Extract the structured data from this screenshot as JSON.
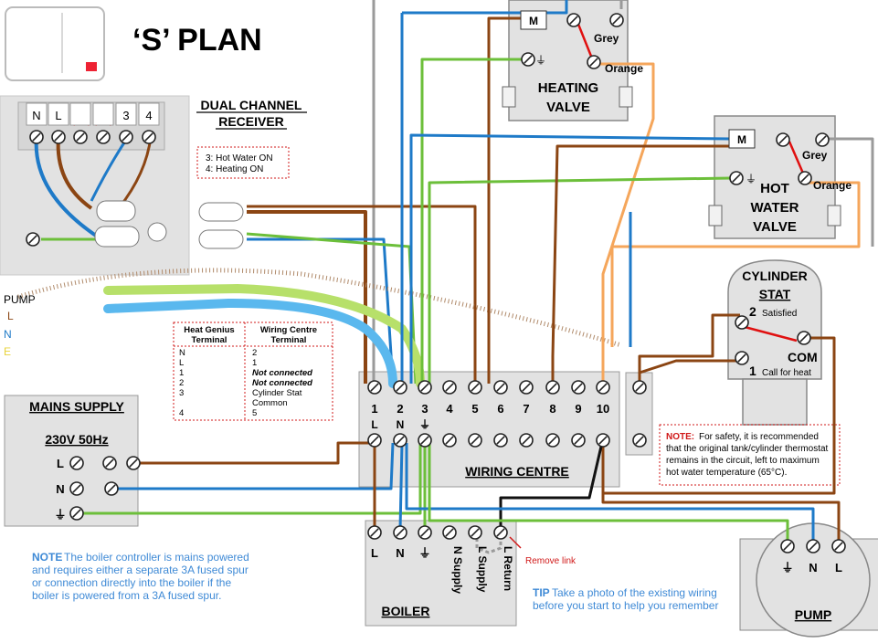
{
  "title": "‘S’ PLAN",
  "receiver": {
    "title_line1": "DUAL CHANNEL",
    "title_line2": "RECEIVER",
    "terminals": [
      "N",
      "L",
      "",
      "",
      "3",
      "4"
    ],
    "note_line1": "3: Hot Water ON",
    "note_line2": "4: Heating ON"
  },
  "pump_legend": {
    "title": "PUMP",
    "l": "L",
    "n": "N",
    "e": "E"
  },
  "mapping_table": {
    "headers": [
      [
        "Heat Genius",
        "Terminal"
      ],
      [
        "Wiring Centre",
        "Terminal"
      ]
    ],
    "rows": [
      [
        "N",
        "2"
      ],
      [
        "L",
        "1"
      ],
      [
        "1",
        "Not connected"
      ],
      [
        "2",
        "Not connected"
      ],
      [
        "3",
        "Cylinder Stat"
      ],
      [
        "",
        "Common"
      ],
      [
        "4",
        "5"
      ]
    ]
  },
  "mains": {
    "title": "MAINS SUPPLY",
    "voltage": "230V 50Hz",
    "terminals": [
      "L",
      "N",
      "⏚"
    ]
  },
  "wiring_centre": {
    "title": "WIRING CENTRE",
    "numbers": [
      "1",
      "2",
      "3",
      "4",
      "5",
      "6",
      "7",
      "8",
      "9",
      "10"
    ],
    "lower_labels": [
      "L",
      "N",
      "⏚"
    ]
  },
  "heating_valve": {
    "label_line1": "HEATING",
    "label_line2": "VALVE",
    "motor": "M",
    "earth": "⏚",
    "grey": "Grey",
    "orange": "Orange"
  },
  "hw_valve": {
    "label_line1": "HOT",
    "label_line2": "WATER",
    "label_line3": "VALVE",
    "motor": "M",
    "earth": "⏚",
    "grey": "Grey",
    "orange": "Orange"
  },
  "cylinder_stat": {
    "title_line1": "CYLINDER",
    "title_line2": "STAT",
    "t2": "2",
    "t2_note": "Satisfied",
    "com": "COM",
    "t1": "1",
    "t1_note": "Call for heat"
  },
  "safety_note": {
    "prefix": "NOTE:",
    "line1": " For safety, it is recommended",
    "line2": "that the original tank/cylinder thermostat",
    "line3": "remains in the circuit, left to maximum",
    "line4": "hot water temperature (65°C)."
  },
  "boiler": {
    "title": "BOILER",
    "labels": [
      "L",
      "N",
      "⏚",
      "N Supply",
      "L Supply",
      "L Return"
    ],
    "remove_link": "Remove link"
  },
  "pump": {
    "title": "PUMP",
    "labels": [
      "⏚",
      "N",
      "L"
    ]
  },
  "bottom_note": {
    "prefix": "NOTE",
    "line1": " The boiler controller is mains powered",
    "line2": "and requires either a separate 3A fused spur",
    "line3": "or connection directly into the boiler if the",
    "line4": "boiler is powered from a 3A fused spur."
  },
  "tip": {
    "prefix": "TIP",
    "line1": " Take a photo of the existing wiring",
    "line2": "before you start to help you remember"
  },
  "colors": {
    "brown": "#8B4513",
    "blue": "#1E7AC8",
    "green": "#6CBF3A",
    "yellow": "#E8D33A",
    "grey": "#9a9a9a",
    "orange": "#F5A65B",
    "black": "#111111",
    "red": "#e01010",
    "box_fill": "#e2e2e2",
    "note_blue": "#3f8ad6",
    "note_red": "#d01818"
  }
}
